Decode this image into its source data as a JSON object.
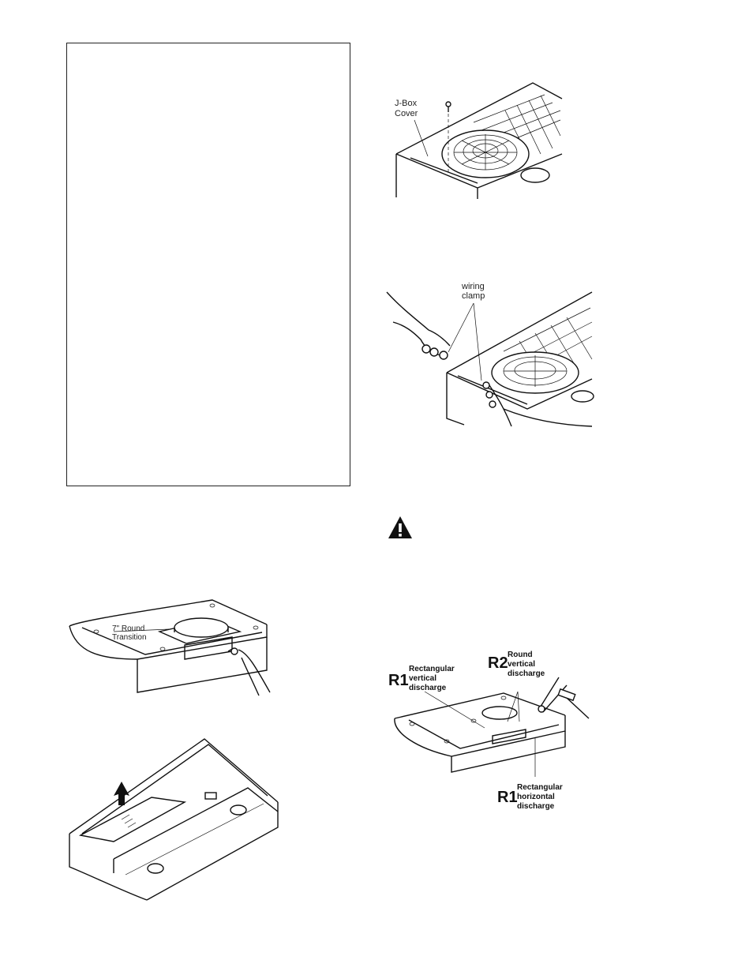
{
  "figures": {
    "jbox": {
      "label_line1": "J-Box",
      "label_line2": "Cover"
    },
    "clamp": {
      "label_line1": "wiring",
      "label_line2": "clamp"
    },
    "transition": {
      "label_line1": "7\" Round",
      "label_line2": "Transition"
    },
    "discharge": {
      "r2_code": "R2",
      "r2_line1": "Round",
      "r2_line2": "vertical",
      "r2_line3": "discharge",
      "r1v_code": "R1",
      "r1v_line1": "Rectangular",
      "r1v_line2": "vertical",
      "r1v_line3": "discharge",
      "r1h_code": "R1",
      "r1h_line1": "Rectangular",
      "r1h_line2": "horizontal",
      "r1h_line3": "discharge"
    }
  },
  "icons": {
    "warning": "warning-triangle-icon"
  }
}
